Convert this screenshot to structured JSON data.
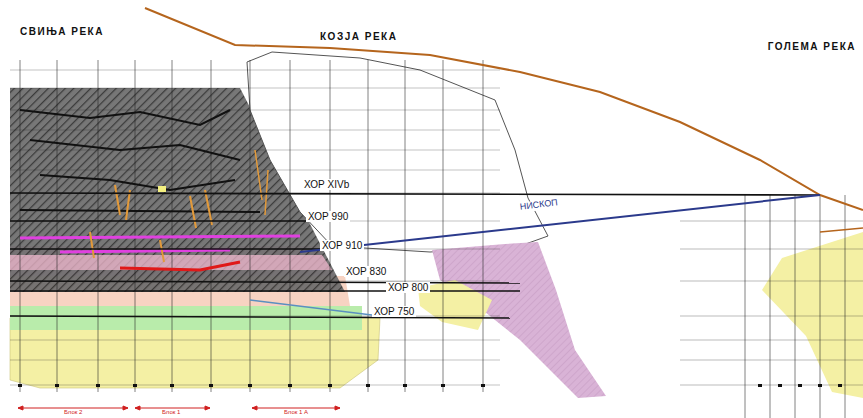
{
  "diagram": {
    "labels": [
      "СВИЊА РЕКА",
      "КОЗЈА РЕКА",
      "ГОЛЕМА РЕКА",
      "ХОР XIVb",
      "ХОР 990",
      "ХОР 910",
      "ХОР 830",
      "ХОР 800",
      "ХОР 750",
      "НИСКОП",
      "Блок 2",
      "Блок 1",
      "Блок 1 А"
    ]
  }
}
